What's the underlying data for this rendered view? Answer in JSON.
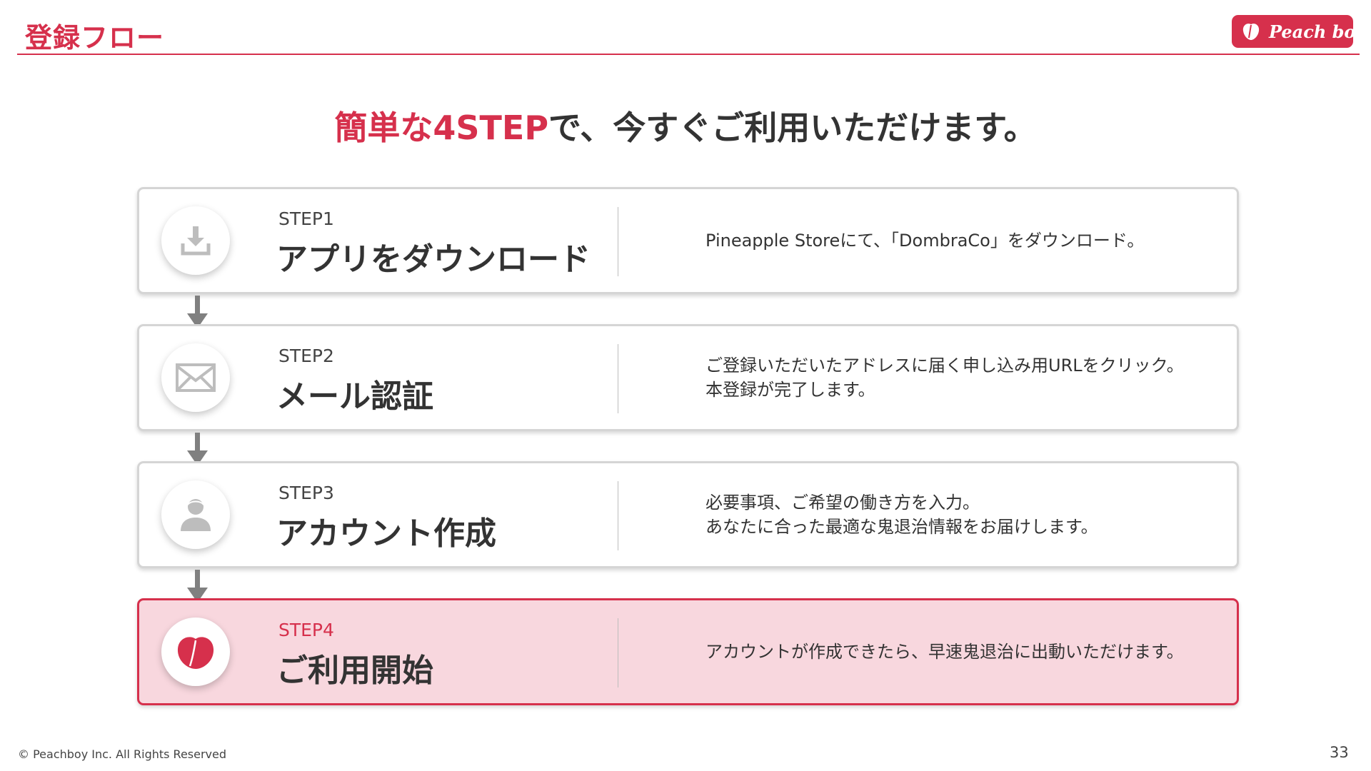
{
  "header": {
    "title": "登録フロー",
    "logo_text": "Peach boy"
  },
  "headline": {
    "accent": "簡単な4STEP",
    "rest": "で、今すぐご利用いただけます。"
  },
  "steps": [
    {
      "label": "STEP1",
      "title": "アプリをダウンロード",
      "desc_line1": "Pineapple Storeにて、「DombraCo」をダウンロード。",
      "desc_line2": "",
      "icon": "download-icon"
    },
    {
      "label": "STEP2",
      "title": "メール認証",
      "desc_line1": "ご登録いただいたアドレスに届く申し込み用URLをクリック。",
      "desc_line2": "本登録が完了します。",
      "icon": "envelope-icon"
    },
    {
      "label": "STEP3",
      "title": "アカウント作成",
      "desc_line1": "必要事項、ご希望の働き方を入力。",
      "desc_line2": "あなたに合った最適な鬼退治情報をお届けします。",
      "icon": "user-icon"
    },
    {
      "label": "STEP4",
      "title": "ご利用開始",
      "desc_line1": "アカウントが作成できたら、早速鬼退治に出動いただけます。",
      "desc_line2": "",
      "icon": "peach-icon"
    }
  ],
  "footer": {
    "copyright": "© Peachboy Inc. All Rights Reserved",
    "page_number": "33"
  },
  "colors": {
    "accent": "#d6304c",
    "highlight_bg": "#f8d7de",
    "card_border": "#d5d5d5",
    "icon_gray": "#bdbdbd",
    "arrow_gray": "#808080"
  }
}
